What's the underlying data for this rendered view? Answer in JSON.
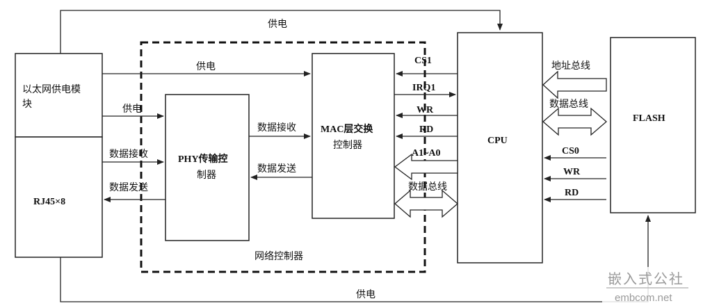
{
  "blocks": {
    "poe_line1": "以太网供电模",
    "poe_line2": "块",
    "rj45": "RJ45×8",
    "phy_line1": "PHY传输控",
    "phy_line2": "制器",
    "mac_line1": "MAC层交换",
    "mac_line2": "控制器",
    "cpu": "CPU",
    "flash": "FLASH",
    "network_controller": "网络控制器"
  },
  "signals": {
    "power_top": "供电",
    "power_mac": "供电",
    "power_phy": "供电",
    "power_bottom": "供电",
    "data_receive_rj_phy": "数据接收",
    "data_send_phy_rj": "数据发送",
    "data_receive_phy_mac": "数据接收",
    "data_send_mac_phy": "数据发送",
    "cs1": "CS1",
    "irq1": "IRQ1",
    "wr_mac": "WR",
    "rd_mac": "RD",
    "addr_a1_a0": "A1~A0",
    "data_bus_mac": "数据总线",
    "address_bus": "地址总线",
    "data_bus_flash": "数据总线",
    "cs0": "CS0",
    "wr_flash": "WR",
    "rd_flash": "RD"
  },
  "watermark": {
    "cn": "嵌入式公社",
    "en": "embcom.net"
  }
}
